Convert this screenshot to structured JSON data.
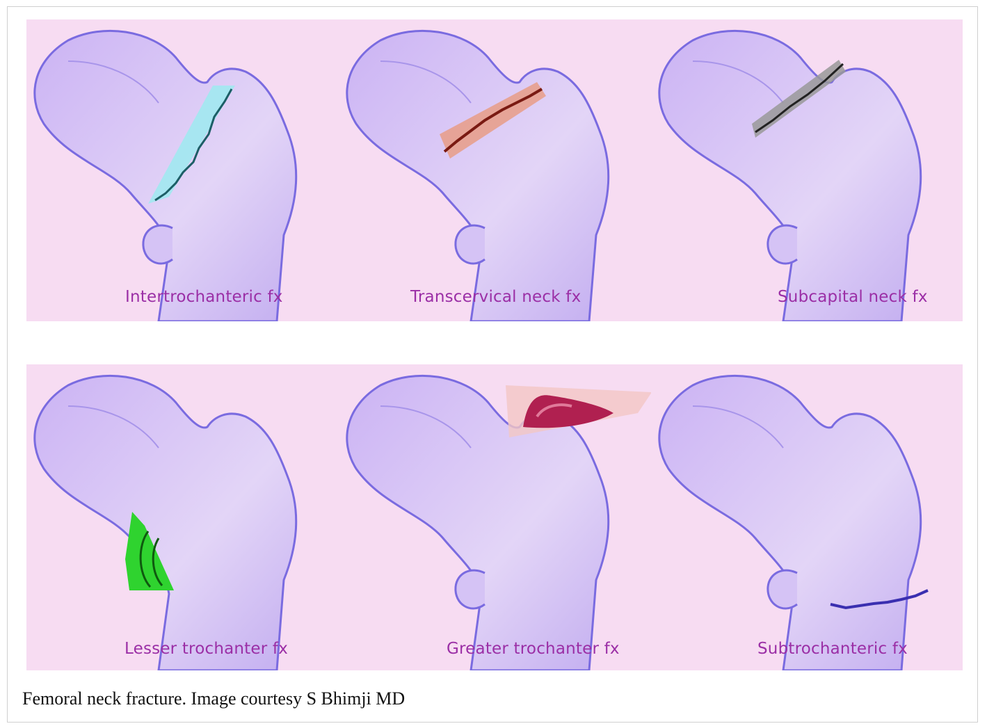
{
  "labels": {
    "intertrochanteric": "Intertrochanteric fx",
    "transcervical": "Transcervical neck fx",
    "subcapital": "Subcapital neck fx",
    "lesser": "Lesser trochanter fx",
    "greater": "Greater trochanter fx",
    "subtrochanteric": "Subtrochanteric fx"
  },
  "caption": "Femoral neck fracture. Image courtesy S Bhimji MD",
  "colors": {
    "background": "#f7dcf2",
    "bone_fill": "#d9c6f5",
    "bone_outline": "#7a6be0",
    "label": "#9b2fa6",
    "intertrochanteric_highlight": "#9eeaf0",
    "transcervical_highlight": "#b23a2a",
    "subcapital_highlight": "#777777",
    "lesser_highlight": "#2fd32f",
    "greater_highlight": "#b02050",
    "subtrochanteric_line": "#3a2fb0"
  }
}
